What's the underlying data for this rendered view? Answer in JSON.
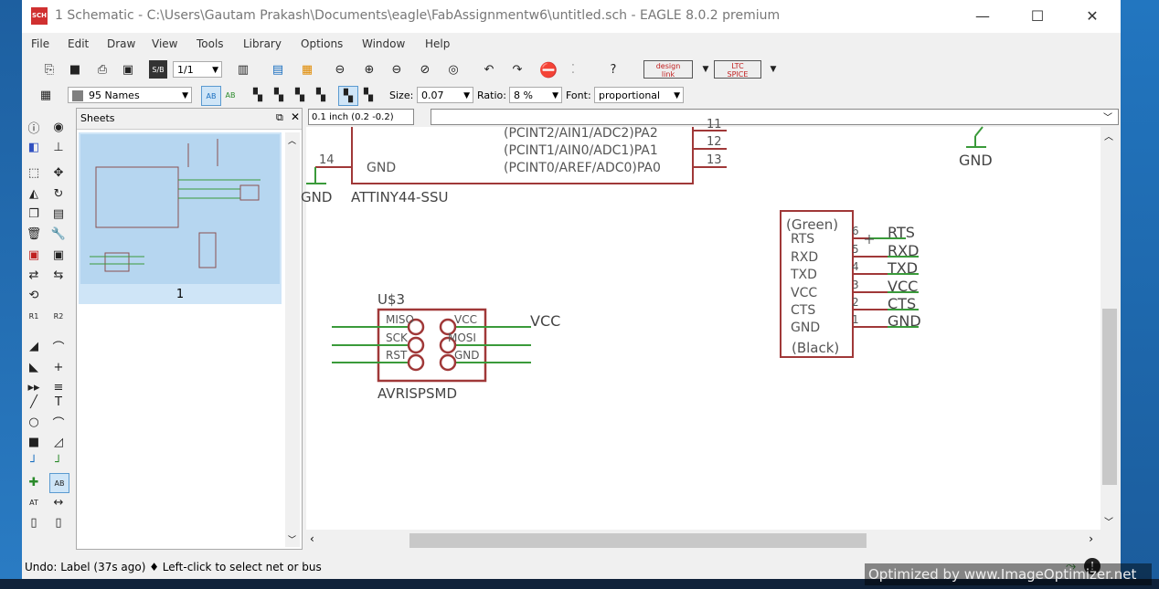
{
  "window": {
    "title": "1 Schematic - C:\\Users\\Gautam Prakash\\Documents\\eagle\\FabAssignmentw6\\untitled.sch - EAGLE 8.0.2 premium",
    "app_icon_text": "SCH",
    "controls": {
      "minimize": "—",
      "maximize": "☐",
      "close": "✕"
    }
  },
  "menu": [
    "File",
    "Edit",
    "Draw",
    "View",
    "Tools",
    "Library",
    "Options",
    "Window",
    "Help"
  ],
  "toolbar": {
    "sheet_select": "1/1",
    "brand_designlink_1": "design",
    "brand_designlink_2": "link",
    "brand_ltspice_1": "LTC",
    "brand_ltspice_2": "SPICE"
  },
  "params": {
    "layer": "95 Names",
    "layer_color": "#808080",
    "size_label": "Size:",
    "size_value": "0.07",
    "ratio_label": "Ratio:",
    "ratio_value": "8 %",
    "font_label": "Font:",
    "font_value": "proportional"
  },
  "sheets": {
    "title": "Sheets",
    "thumb_label": "1"
  },
  "command": {
    "coord": "0.1 inch (0.2 -0.2)",
    "input": ""
  },
  "schematic": {
    "colors": {
      "net": "#3a9a3a",
      "part": "#a03838",
      "text": "#555555",
      "name": "#444444"
    },
    "attiny": {
      "name": "ATTINY44-SSU",
      "pins_right": [
        {
          "label": "(PCINT2/AIN1/ADC2)PA2",
          "num": "11"
        },
        {
          "label": "(PCINT1/AIN0/ADC1)PA1",
          "num": "12"
        },
        {
          "label": "(PCINT0/AREF/ADC0)PA0",
          "num": "13"
        }
      ],
      "gnd_pin_label": "GND",
      "gnd_pin_num": "14",
      "gnd_net": "GND"
    },
    "gnd_right": "GND",
    "isp": {
      "ref": "U$3",
      "value": "AVRISPSMD",
      "left_labels": [
        "MISO",
        "SCK",
        "RST"
      ],
      "right_labels": [
        "VCC",
        "MOSI",
        "GND"
      ],
      "net_vcc": "VCC"
    },
    "ftdi": {
      "top": "(Green)",
      "bottom": "(Black)",
      "pins": [
        {
          "label": "RTS",
          "num": "6",
          "net": "RTS"
        },
        {
          "label": "RXD",
          "num": "5",
          "net": "RXD"
        },
        {
          "label": "TXD",
          "num": "4",
          "net": "TXD"
        },
        {
          "label": "VCC",
          "num": "3",
          "net": "VCC"
        },
        {
          "label": "CTS",
          "num": "2",
          "net": "CTS"
        },
        {
          "label": "GND",
          "num": "1",
          "net": "GND"
        }
      ]
    }
  },
  "status": {
    "text": "Undo: Label (37s ago) ♦ Left-click to select net or bus"
  },
  "watermark": "Optimized by www.ImageOptimizer.net"
}
